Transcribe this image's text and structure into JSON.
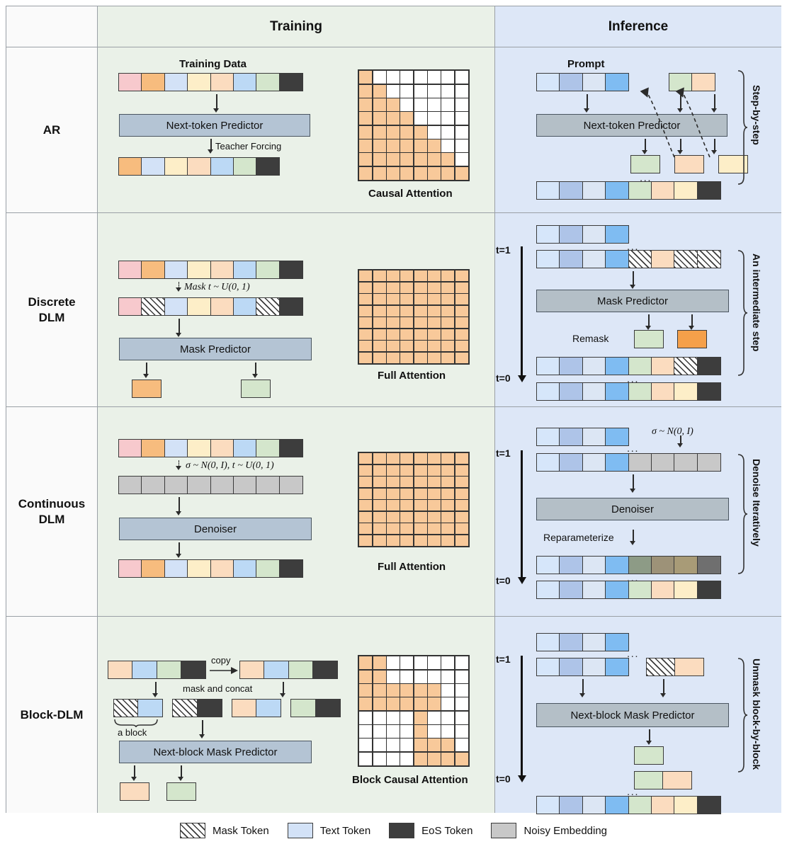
{
  "columns": {
    "training": "Training",
    "inference": "Inference"
  },
  "rows": [
    {
      "label": "AR"
    },
    {
      "label": "Discrete\nDLM",
      "line1": "Discrete",
      "line2": "DLM"
    },
    {
      "label": "Continuous\nDLM",
      "line1": "Continuous",
      "line2": "DLM"
    },
    {
      "label": "Block-DLM"
    }
  ],
  "ar": {
    "training": {
      "caption": "Training Data",
      "input_tokens": [
        "pink",
        "orange",
        "lblue",
        "cream",
        "peach",
        "blue",
        "green",
        "eos"
      ],
      "model": "Next-token Predictor",
      "teacher_forcing_label": "Teacher Forcing",
      "output_tokens": [
        "orange",
        "lblue",
        "cream",
        "peach",
        "blue",
        "green",
        "eos"
      ],
      "attention_caption": "Causal Attention",
      "attention_type": "causal"
    },
    "inference": {
      "caption": "Prompt",
      "prompt_tokens": [
        "b1",
        "b2",
        "b3",
        "b4"
      ],
      "fed_tokens": [
        "green",
        "peach"
      ],
      "model": "Next-token Predictor",
      "generated_tokens": [
        "green",
        "peach",
        "cream"
      ],
      "dots": "...",
      "final_tokens": [
        "b1",
        "b2",
        "b3",
        "b4",
        "green",
        "peach",
        "cream",
        "eos"
      ],
      "side_label": "Step-by-step"
    }
  },
  "discrete": {
    "training": {
      "input_tokens": [
        "pink",
        "orange",
        "lblue",
        "cream",
        "peach",
        "blue",
        "green",
        "eos"
      ],
      "mask_label": "Mask t ~ U(0, 1)",
      "masked_tokens": [
        "pink",
        "mask",
        "lblue",
        "cream",
        "peach",
        "blue",
        "mask",
        "eos"
      ],
      "model": "Mask Predictor",
      "output_tokens": [
        "orange",
        "green"
      ],
      "attention_caption": "Full Attention",
      "attention_type": "full"
    },
    "inference": {
      "prompt_tokens": [
        "b1",
        "b2",
        "b3",
        "b4"
      ],
      "dots_top": "...",
      "t_top": "t=1",
      "t_bottom": "t=0",
      "step_tokens": [
        "b1",
        "b2",
        "b3",
        "b4",
        "mask",
        "peach",
        "mask",
        "mask"
      ],
      "model": "Mask Predictor",
      "remask_label": "Remask",
      "predicted_tokens": [
        "green",
        "orange-s"
      ],
      "mid_tokens": [
        "b1",
        "b2",
        "b3",
        "b4",
        "green",
        "peach",
        "mask",
        "eos"
      ],
      "dots_bottom": "...",
      "final_tokens": [
        "b1",
        "b2",
        "b3",
        "b4",
        "green",
        "peach",
        "cream",
        "eos"
      ],
      "side_label": "An intermediate step"
    }
  },
  "continuous": {
    "training": {
      "input_tokens": [
        "pink",
        "orange",
        "lblue",
        "cream",
        "peach",
        "blue",
        "green",
        "eos"
      ],
      "noise_label": "σ ~ N(0, I), t ~ U(0, 1)",
      "noisy_tokens": [
        "gray",
        "gray",
        "gray",
        "gray",
        "gray",
        "gray",
        "gray",
        "gray"
      ],
      "model": "Denoiser",
      "output_tokens": [
        "pink",
        "orange",
        "lblue",
        "cream",
        "peach",
        "blue",
        "green",
        "eos"
      ],
      "attention_caption": "Full Attention",
      "attention_type": "full"
    },
    "inference": {
      "prompt_tokens": [
        "b1",
        "b2",
        "b3",
        "b4"
      ],
      "noise_label": "σ ~ N(0, I)",
      "dots_top": "...",
      "t_top": "t=1",
      "t_bottom": "t=0",
      "step_tokens": [
        "b1",
        "b2",
        "b3",
        "b4",
        "gray",
        "gray",
        "gray",
        "gray"
      ],
      "model": "Denoiser",
      "reparam_label": "Reparameterize",
      "mid_tokens": [
        "b1",
        "b2",
        "b3",
        "b4",
        "n1",
        "n2",
        "n3",
        "n4"
      ],
      "dots_bottom": "...",
      "final_tokens": [
        "b1",
        "b2",
        "b3",
        "b4",
        "green",
        "peach",
        "cream",
        "eos"
      ],
      "side_label": "Denoise Iteratively"
    }
  },
  "block": {
    "training": {
      "seq_a": [
        "peach",
        "blue",
        "green",
        "eos"
      ],
      "copy_label": "copy",
      "seq_b": [
        "peach",
        "blue",
        "green",
        "eos"
      ],
      "concat_label": "mask and concat",
      "blocks": [
        [
          "mask",
          "blue"
        ],
        [
          "mask",
          "eos"
        ],
        [
          "peach",
          "blue"
        ],
        [
          "green",
          "eos"
        ]
      ],
      "block_label": "a block",
      "model": "Next-block Mask Predictor",
      "output_tokens": [
        "peach",
        "green"
      ],
      "attention_caption": "Block Causal Attention",
      "attention_type": "block"
    },
    "inference": {
      "prompt_tokens": [
        "b1",
        "b2",
        "b3",
        "b4"
      ],
      "dots_top": "...",
      "t_top": "t=1",
      "t_bottom": "t=0",
      "step_tokens": [
        "b1",
        "b2",
        "b3",
        "b4"
      ],
      "step_block": [
        "mask",
        "peach"
      ],
      "model": "Next-block Mask Predictor",
      "predicted_token": "green",
      "result_block": [
        "green",
        "peach"
      ],
      "dots_bottom": "...",
      "final_tokens": [
        "b1",
        "b2",
        "b3",
        "b4",
        "green",
        "peach",
        "cream",
        "eos"
      ],
      "side_label": "Unmask block-by-block"
    }
  },
  "legend": [
    {
      "name": "mask-token",
      "swatch": "mask",
      "label": "Mask Token"
    },
    {
      "name": "text-token",
      "swatch": "lblue",
      "label": "Text Token"
    },
    {
      "name": "eos-token",
      "swatch": "eos",
      "label": "EoS Token"
    },
    {
      "name": "noisy-embedding",
      "swatch": "gray",
      "label": "Noisy Embedding"
    }
  ],
  "chart_data": {
    "type": "heatmap",
    "title": "Attention mask patterns",
    "matrices": [
      {
        "name": "Causal Attention",
        "size": 8,
        "mask": [
          [
            1,
            0,
            0,
            0,
            0,
            0,
            0,
            0
          ],
          [
            1,
            1,
            0,
            0,
            0,
            0,
            0,
            0
          ],
          [
            1,
            1,
            1,
            0,
            0,
            0,
            0,
            0
          ],
          [
            1,
            1,
            1,
            1,
            0,
            0,
            0,
            0
          ],
          [
            1,
            1,
            1,
            1,
            1,
            0,
            0,
            0
          ],
          [
            1,
            1,
            1,
            1,
            1,
            1,
            0,
            0
          ],
          [
            1,
            1,
            1,
            1,
            1,
            1,
            1,
            0
          ],
          [
            1,
            1,
            1,
            1,
            1,
            1,
            1,
            1
          ]
        ]
      },
      {
        "name": "Full Attention",
        "size": 8,
        "mask": [
          [
            1,
            1,
            1,
            1,
            1,
            1,
            1,
            1
          ],
          [
            1,
            1,
            1,
            1,
            1,
            1,
            1,
            1
          ],
          [
            1,
            1,
            1,
            1,
            1,
            1,
            1,
            1
          ],
          [
            1,
            1,
            1,
            1,
            1,
            1,
            1,
            1
          ],
          [
            1,
            1,
            1,
            1,
            1,
            1,
            1,
            1
          ],
          [
            1,
            1,
            1,
            1,
            1,
            1,
            1,
            1
          ],
          [
            1,
            1,
            1,
            1,
            1,
            1,
            1,
            1
          ],
          [
            1,
            1,
            1,
            1,
            1,
            1,
            1,
            1
          ]
        ]
      },
      {
        "name": "Block Causal Attention",
        "size": 8,
        "mask": [
          [
            1,
            1,
            0,
            0,
            0,
            0,
            0,
            0
          ],
          [
            1,
            1,
            0,
            0,
            0,
            0,
            0,
            0
          ],
          [
            1,
            1,
            1,
            1,
            1,
            1,
            0,
            0
          ],
          [
            1,
            1,
            1,
            1,
            1,
            1,
            0,
            0
          ],
          [
            0,
            0,
            0,
            0,
            1,
            0,
            0,
            0
          ],
          [
            0,
            0,
            0,
            0,
            1,
            0,
            0,
            0
          ],
          [
            0,
            0,
            0,
            0,
            1,
            1,
            1,
            0
          ],
          [
            0,
            0,
            0,
            0,
            1,
            1,
            1,
            1
          ]
        ]
      }
    ]
  }
}
